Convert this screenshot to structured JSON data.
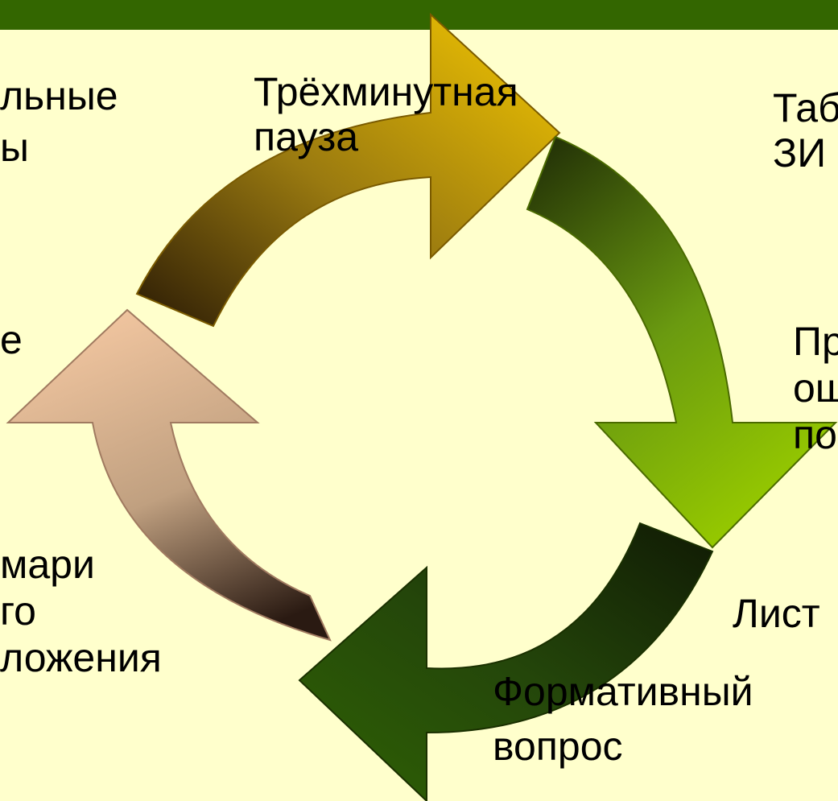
{
  "colors": {
    "background": "#ffffcc",
    "top_bar": "#336600",
    "arrow_yellow": "#f2c200",
    "arrow_green_light": "#93c400",
    "arrow_green_dark": "#2e5a00",
    "arrow_peach": "#f2c6a0"
  },
  "labels": {
    "three_minute_pause": {
      "line1": "Трёхминутная",
      "line2": "пауза"
    },
    "top_right": {
      "line1": "Таб",
      "line2": "ЗИ"
    },
    "right_mid": {
      "line1": "Пр",
      "line2": "ош",
      "line3": "по"
    },
    "bottom_right": {
      "line1": "Лист"
    },
    "formative_question": {
      "line1": "Формативный",
      "line2": "вопрос"
    },
    "left_top": {
      "line1": "льные",
      "line2": "ы"
    },
    "left_mid": {
      "line1": "е"
    },
    "left_bottom": {
      "line1": "мари",
      "line2": "го",
      "line3": "ложения"
    }
  }
}
